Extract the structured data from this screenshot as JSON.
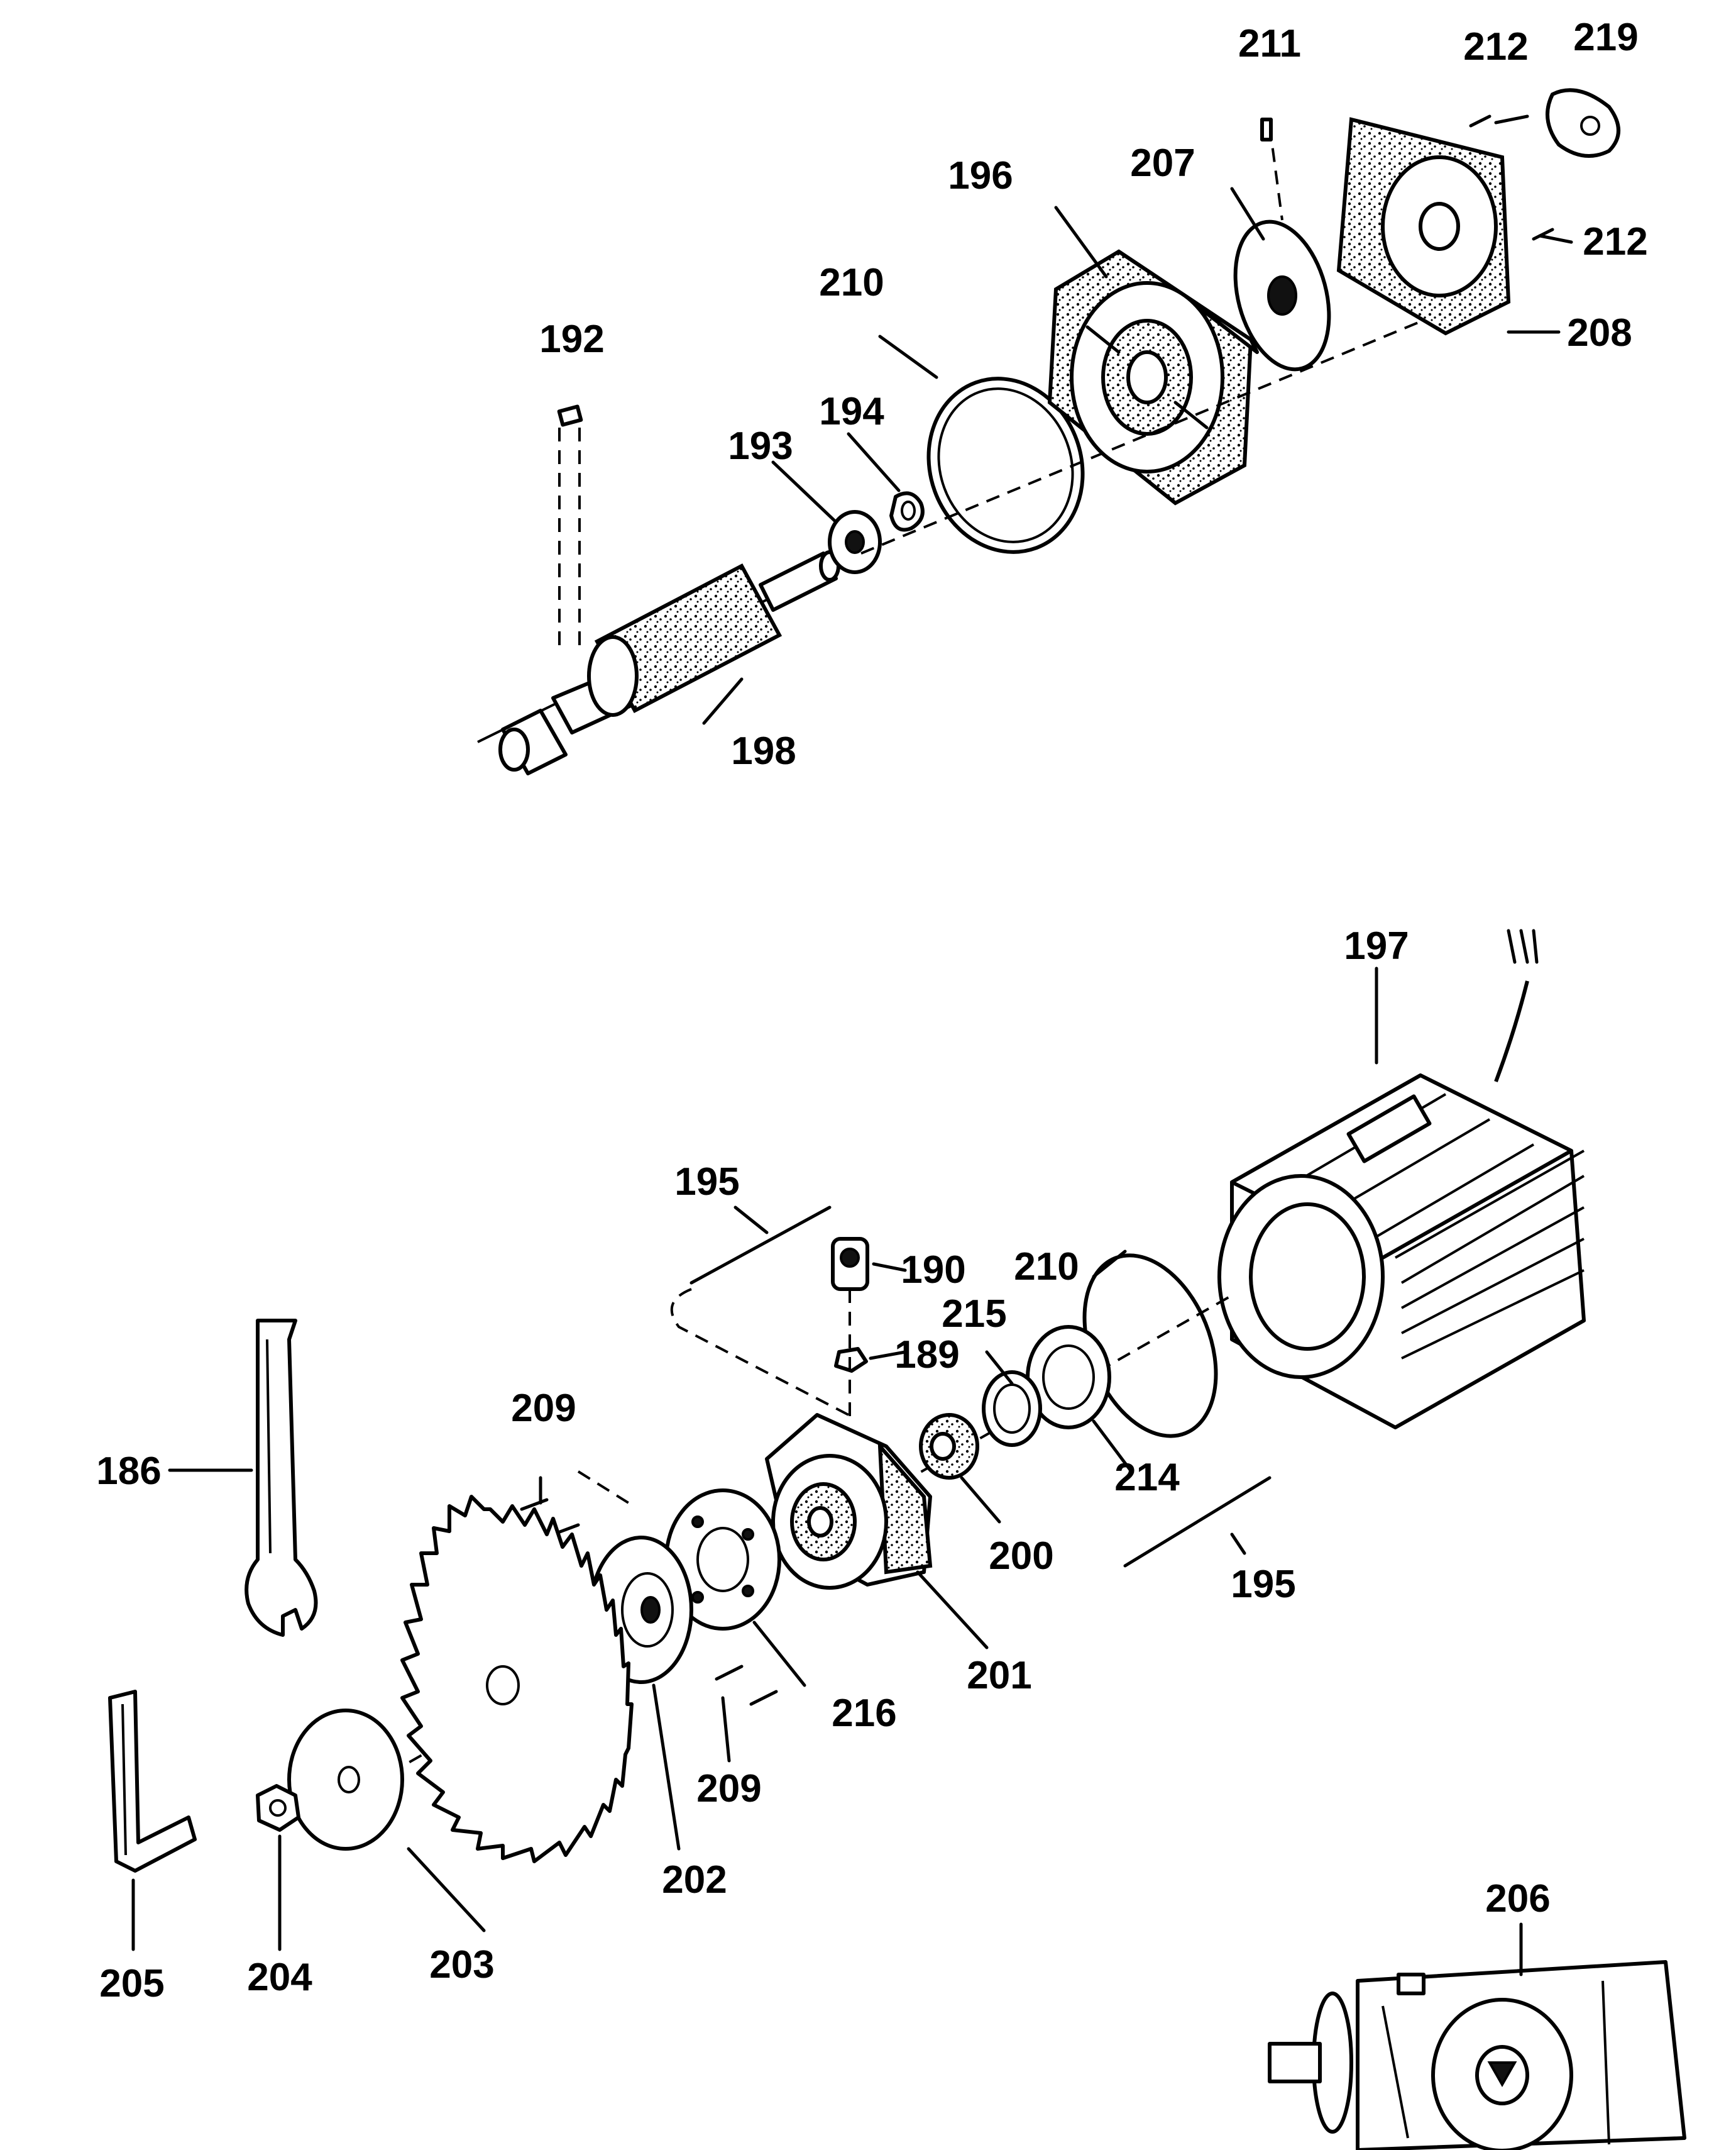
{
  "labels": {
    "l186": "186",
    "l189": "189",
    "l190": "190",
    "l192": "192",
    "l193": "193",
    "l194": "194",
    "l195a": "195",
    "l195b": "195",
    "l196": "196",
    "l197": "197",
    "l198": "198",
    "l200": "200",
    "l201": "201",
    "l202": "202",
    "l203": "203",
    "l204": "204",
    "l205": "205",
    "l206": "206",
    "l207": "207",
    "l208": "208",
    "l209a": "209",
    "l209b": "209",
    "l210a": "210",
    "l210b": "210",
    "l211": "211",
    "l212a": "212",
    "l212b": "212",
    "l214": "214",
    "l215": "215",
    "l216": "216",
    "l219": "219"
  }
}
